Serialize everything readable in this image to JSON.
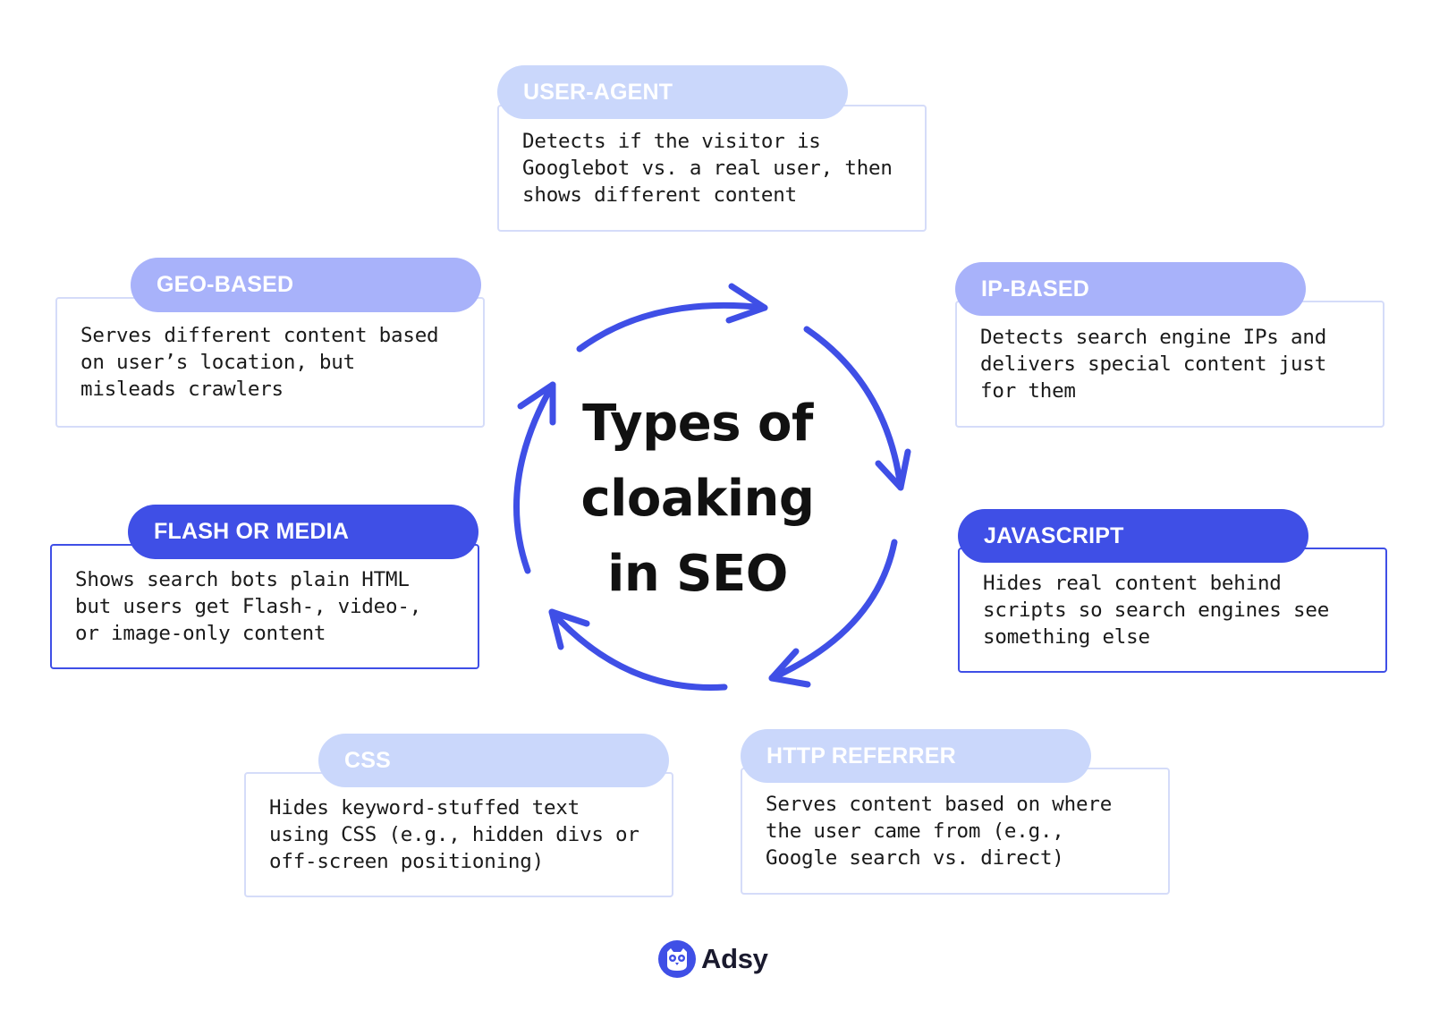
{
  "title": {
    "line1": "Types of",
    "line2": "cloaking",
    "line3": "in SEO"
  },
  "colors": {
    "accent": "#3f4fe6",
    "tab_light": "#cad7fb",
    "tab_mid": "#a8b2fa",
    "card_border": "#d5dcf9"
  },
  "types": [
    {
      "label": "USER-AGENT",
      "description": "Detects if the visitor is Googlebot vs. a real user, then shows different content"
    },
    {
      "label": "IP-BASED",
      "description": "Detects search engine IPs and delivers special content just for them"
    },
    {
      "label": "JAVASCRIPT",
      "description": "Hides real content behind scripts so search engines see something else"
    },
    {
      "label": "HTTP REFERRER",
      "description": "Serves content based on where the user came from (e.g., Google search vs. direct)"
    },
    {
      "label": "CSS",
      "description": "Hides keyword-stuffed text using CSS (e.g., hidden divs or off-screen positioning)"
    },
    {
      "label": "FLASH OR MEDIA",
      "description": "Shows search bots plain HTML but users get Flash-, video-, or image-only content"
    },
    {
      "label": "GEO-BASED",
      "description": "Serves different content based on user’s location, but misleads crawlers"
    }
  ],
  "brand": {
    "name": "Adsy",
    "logo_icon": "owl-logo-icon"
  }
}
